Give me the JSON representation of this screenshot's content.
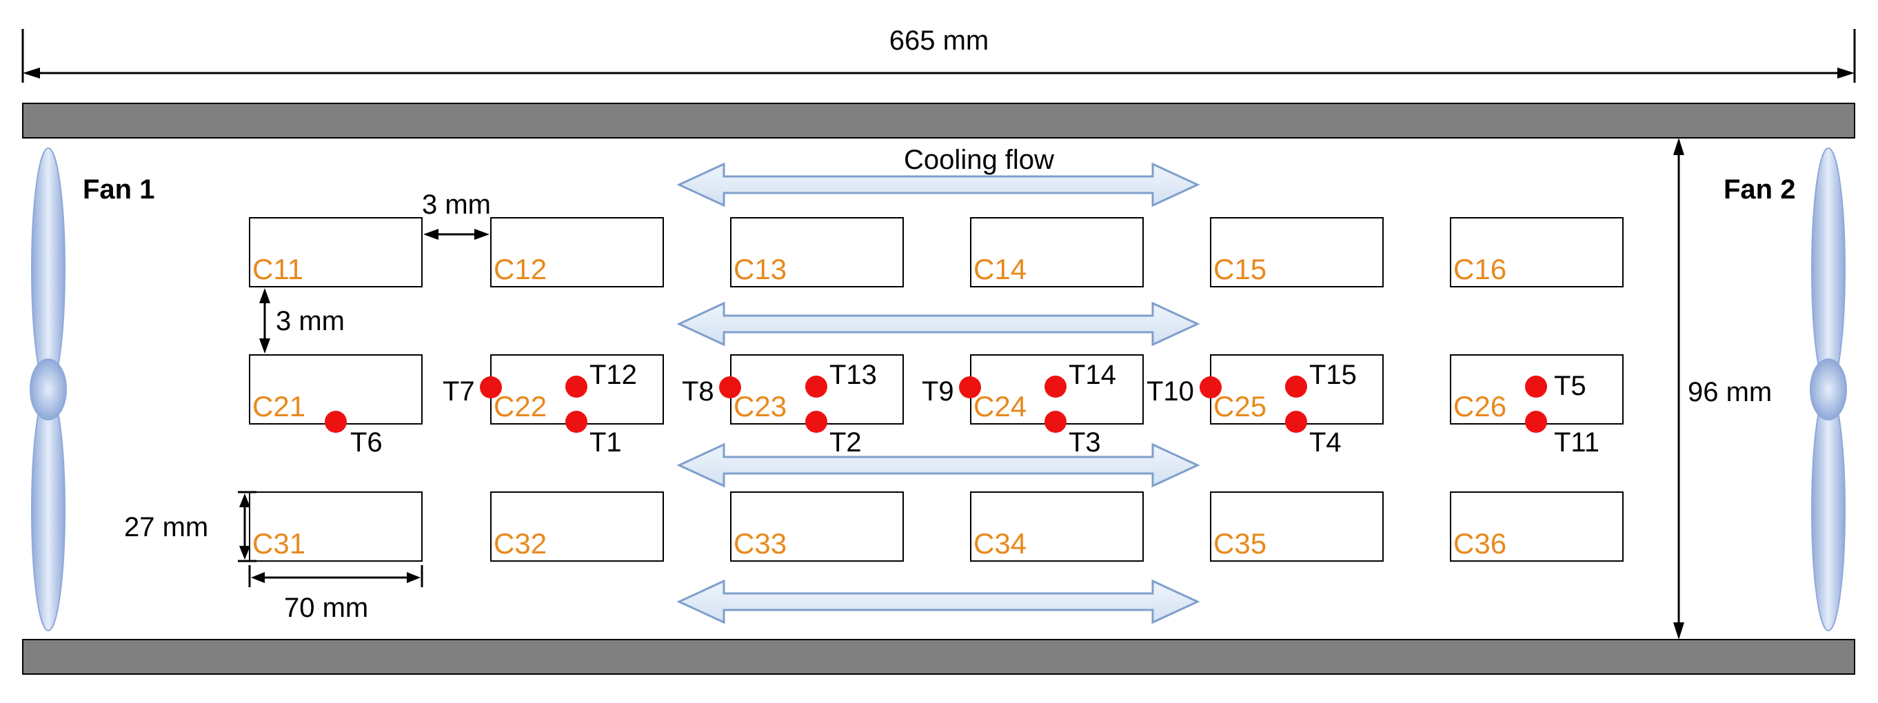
{
  "dimensions": {
    "total_width": "665 mm",
    "height": "96 mm",
    "gap_horizontal": "3 mm",
    "gap_vertical": "3 mm",
    "cell_height": "27 mm",
    "cell_width": "70 mm"
  },
  "fans": {
    "left": "Fan 1",
    "right": "Fan 2"
  },
  "flow_label": "Cooling flow",
  "cells": [
    [
      "C11",
      "C12",
      "C13",
      "C14",
      "C15",
      "C16"
    ],
    [
      "C21",
      "C22",
      "C23",
      "C24",
      "C25",
      "C26"
    ],
    [
      "C31",
      "C32",
      "C33",
      "C34",
      "C35",
      "C36"
    ]
  ],
  "sensors": {
    "T1": "T1",
    "T2": "T2",
    "T3": "T3",
    "T4": "T4",
    "T5": "T5",
    "T6": "T6",
    "T7": "T7",
    "T8": "T8",
    "T9": "T9",
    "T10": "T10",
    "T11": "T11",
    "T12": "T12",
    "T13": "T13",
    "T14": "T14",
    "T15": "T15"
  },
  "colors": {
    "cell_label": "#e8891c",
    "sensor_dot": "#ee1111",
    "wall": "#808080",
    "arrow_fill": "#dde9f7",
    "arrow_stroke": "#7f9fcc",
    "fan_light": "#dde8f7",
    "fan_dark": "#8fa9d8"
  }
}
